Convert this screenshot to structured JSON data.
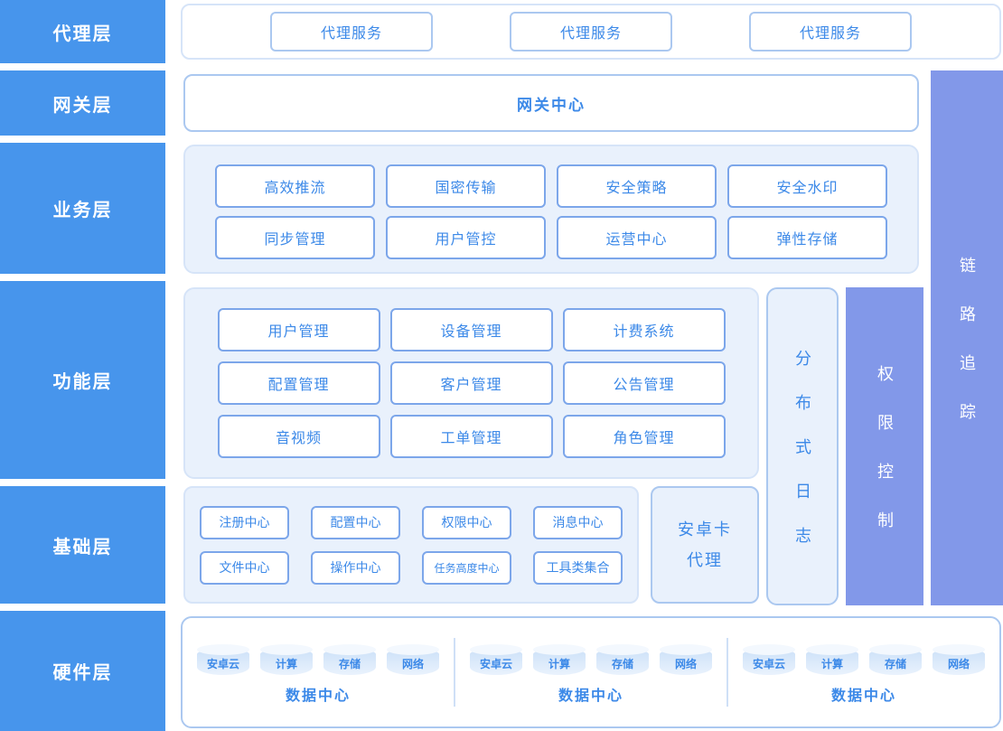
{
  "sidebar": {
    "layers": [
      "代理层",
      "网关层",
      "业务层",
      "功能层",
      "基础层",
      "硬件层"
    ]
  },
  "proxy": {
    "services": [
      "代理服务",
      "代理服务",
      "代理服务"
    ]
  },
  "gateway": {
    "label": "网关中心"
  },
  "business": {
    "items": [
      "高效推流",
      "国密传输",
      "安全策略",
      "安全水印",
      "同步管理",
      "用户管控",
      "运营中心",
      "弹性存储"
    ]
  },
  "functionLayer": {
    "items": [
      "用户管理",
      "设备管理",
      "计费系统",
      "配置管理",
      "客户管理",
      "公告管理",
      "音视频",
      "工单管理",
      "角色管理"
    ]
  },
  "base": {
    "items": [
      "注册中心",
      "配置中心",
      "权限中心",
      "消息中心",
      "文件中心",
      "操作中心",
      "任务高度中心",
      "工具类集合"
    ],
    "agent": "安卓卡代理"
  },
  "columns": {
    "distributed_log": "分布式日志",
    "permission_control": "权限控制",
    "link_trace": "链路追踪"
  },
  "hardware": {
    "groups": [
      {
        "nodes": [
          "安卓云",
          "计算",
          "存储",
          "网络"
        ],
        "label": "数据中心"
      },
      {
        "nodes": [
          "安卓云",
          "计算",
          "存储",
          "网络"
        ],
        "label": "数据中心"
      },
      {
        "nodes": [
          "安卓云",
          "计算",
          "存储",
          "网络"
        ],
        "label": "数据中心"
      }
    ]
  },
  "colors": {
    "sidebar_blue": "#4795ec",
    "accent_column_blue": "#8298e9",
    "panel_background": "#e9f1fc",
    "panel_border": "#d6e4f8",
    "box_border_strong": "#7ca6ea",
    "box_border_light": "#abc8f0",
    "text_blue": "#3c89e8"
  }
}
